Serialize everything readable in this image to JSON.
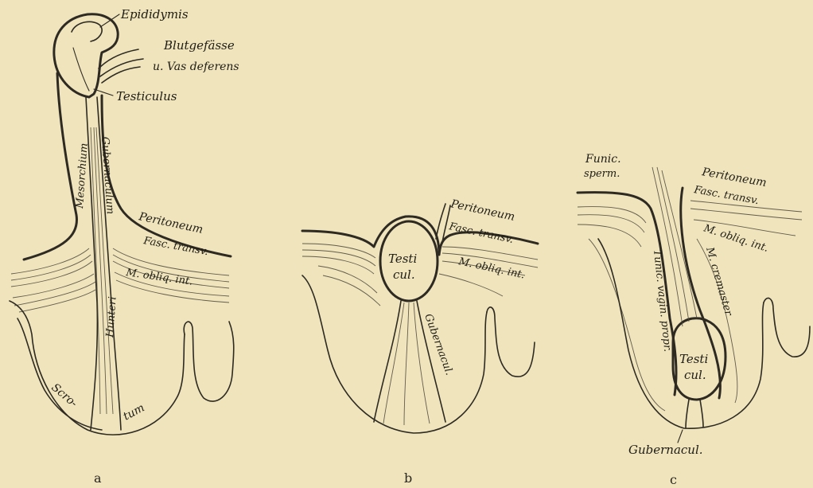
{
  "figure_a": {
    "panel_label": "a",
    "labels": {
      "epididymis": "Epididymis",
      "blutgefasse_1": "Blutgefässe",
      "blutgefasse_2": "u. Vas deferens",
      "testiculus": "Testiculus",
      "mesorchium": "Mesorchium",
      "gubernaculum": "Gubernaculum",
      "hunteri": "Hunteri",
      "peritoneum": "Peritoneum",
      "fasc_transv": "Fasc. transv.",
      "m_obliq_int": "M. obliq. int.",
      "scrotum_1": "Scro-",
      "scrotum_2": "tum"
    }
  },
  "figure_b": {
    "panel_label": "b",
    "labels": {
      "peritoneum": "Peritoneum",
      "fasc_transv": "Fasc. transv.",
      "m_obliq_int": "M. obliq. int.",
      "testicul_1": "Testi",
      "testicul_2": "cul.",
      "gubernacul": "Gubernacul."
    }
  },
  "figure_c": {
    "panel_label": "c",
    "labels": {
      "funic_1": "Funic.",
      "funic_2": "sperm.",
      "peritoneum": "Peritoneum",
      "fasc_transv": "Fasc. transv.",
      "m_obliq_int": "M. obliq. int.",
      "m_cremaster": "M. cremaster",
      "tunic_vagin": "Tunic. vagin. propr.",
      "testicul_1": "Testi",
      "testicul_2": "cul.",
      "gubernacul": "Gubernacul."
    }
  }
}
